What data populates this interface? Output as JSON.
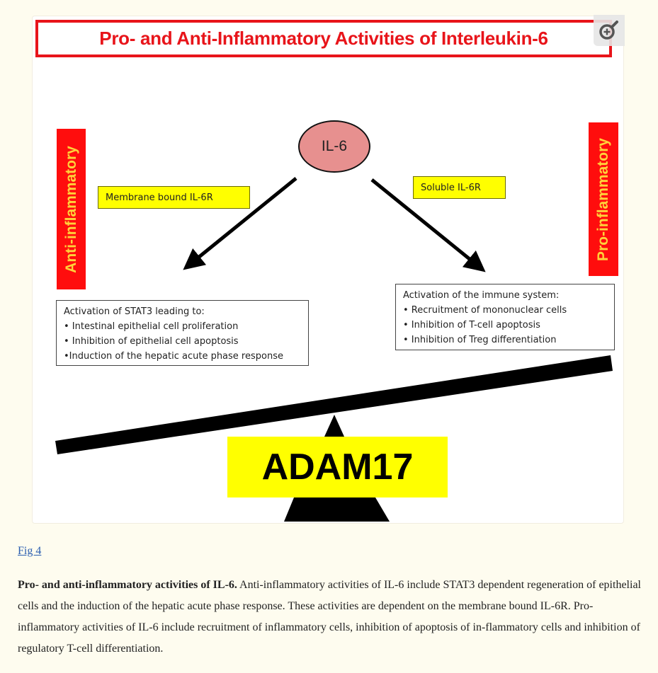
{
  "figure": {
    "title": "Pro- and Anti-Inflammatory Activities of Interleukin-6",
    "zoom_icon": "magnifier-plus-icon",
    "center_node": "IL-6",
    "left_side": {
      "bar_label": "Anti-inflammatory",
      "receptor_label": "Membrane bound IL-6R",
      "box_heading": "Activation of STAT3 leading to:",
      "items": [
        "• Intestinal epithelial cell proliferation",
        "• Inhibition of epithelial cell apoptosis",
        "•Induction of the hepatic acute phase response"
      ]
    },
    "right_side": {
      "bar_label": "Pro-inflammatory",
      "receptor_label": "Soluble IL-6R",
      "box_heading": "Activation of the immune system:",
      "items": [
        "• Recruitment of mononuclear cells",
        "• Inhibition of T-cell apoptosis",
        "• Inhibition of Treg differentiation"
      ]
    },
    "fulcrum_label": "ADAM17",
    "colors": {
      "title_red": "#e8141a",
      "bar_red": "#ff0d0d",
      "bar_text": "#ffd23a",
      "label_yellow": "#ffff00",
      "node_pink": "#e7908f"
    }
  },
  "fig_link": "Fig 4",
  "caption": {
    "bold": "Pro- and anti-inflammatory activities of IL-6.",
    "text": " Anti-inflammatory activities of IL-6 include STAT3 dependent regeneration of epithelial cells and the induction of the hepatic acute phase response. These activities are dependent on the membrane bound IL-6R. Pro-inflammatory activities of IL-6 include recruitment of inflammatory cells, inhibition of apoptosis of in-flammatory cells and inhibition of regulatory T-cell differentiation."
  }
}
